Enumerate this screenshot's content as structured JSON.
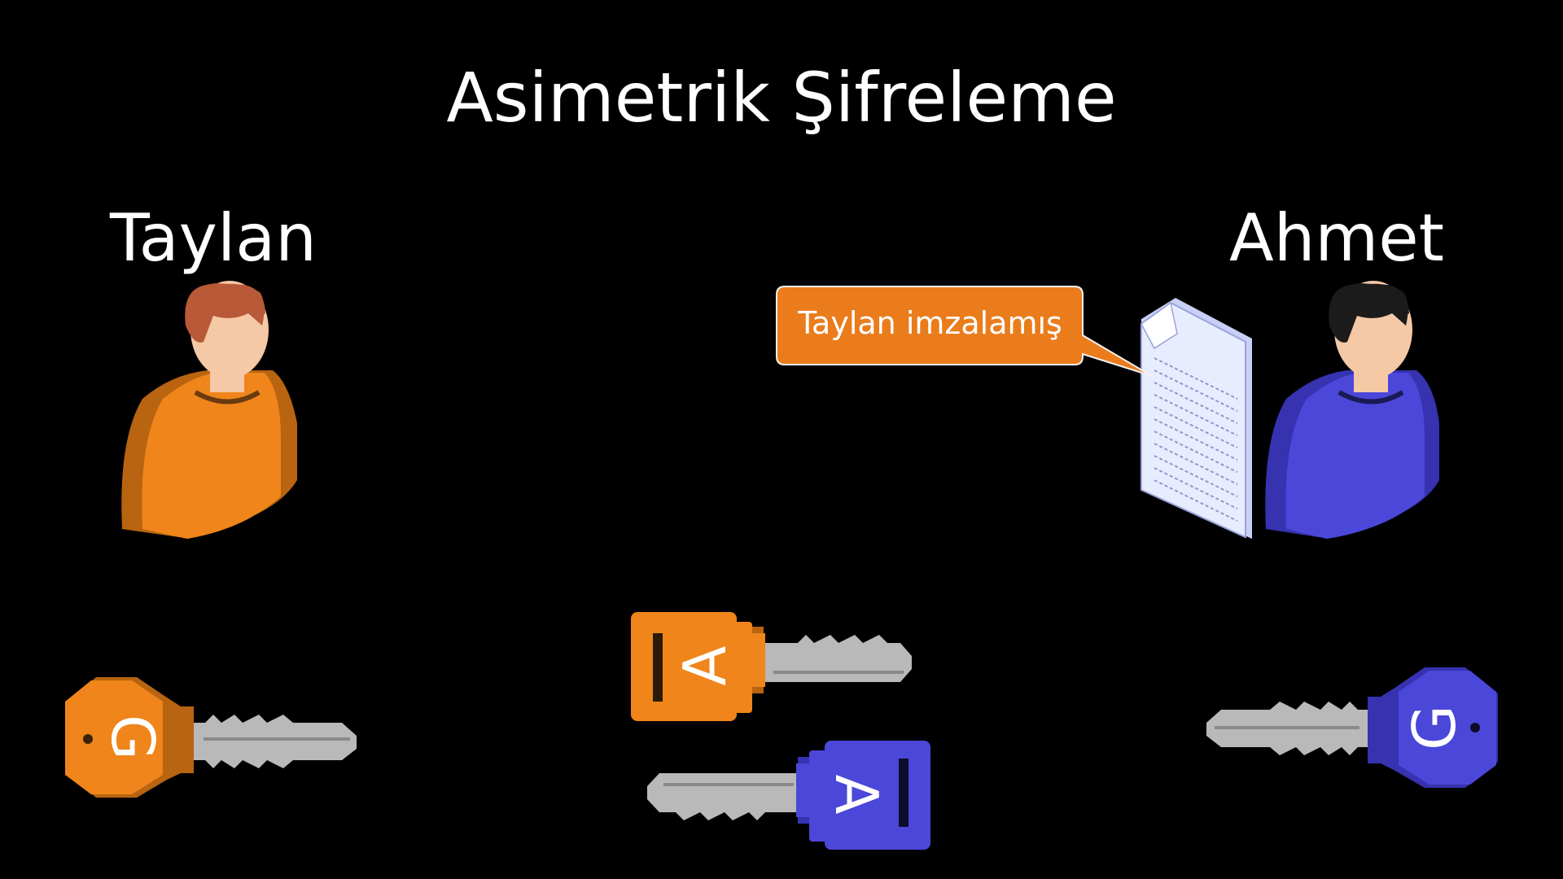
{
  "title": "Asimetrik Şifreleme",
  "people": {
    "left": {
      "name": "Taylan",
      "shirt_color": "#ef851b",
      "sleeve_color": "#b86410",
      "hair_color": "#b85a37"
    },
    "right": {
      "name": "Ahmet",
      "shirt_color": "#4b47d9",
      "sleeve_color": "#3632b0",
      "hair_color": "#1b1b1b"
    }
  },
  "callout": {
    "text": "Taylan imzalamış",
    "color": "#ea7c1b",
    "border_color": "#f3f3f3"
  },
  "keys": {
    "taylan_private": {
      "letter": "G",
      "color": "#ef851b",
      "icon": "key-icon"
    },
    "taylan_public": {
      "letter": "A",
      "color": "#ef851b",
      "icon": "key-icon"
    },
    "ahmet_public": {
      "letter": "A",
      "color": "#4b47d9",
      "icon": "key-icon"
    },
    "ahmet_private": {
      "letter": "G",
      "color": "#4b47d9",
      "icon": "key-icon"
    }
  },
  "document": {
    "icon": "document-icon",
    "color": "#e8ecff"
  },
  "colors": {
    "background": "#000000",
    "key_blade": "#b9b9b9",
    "skin": "#f5c8a6"
  }
}
